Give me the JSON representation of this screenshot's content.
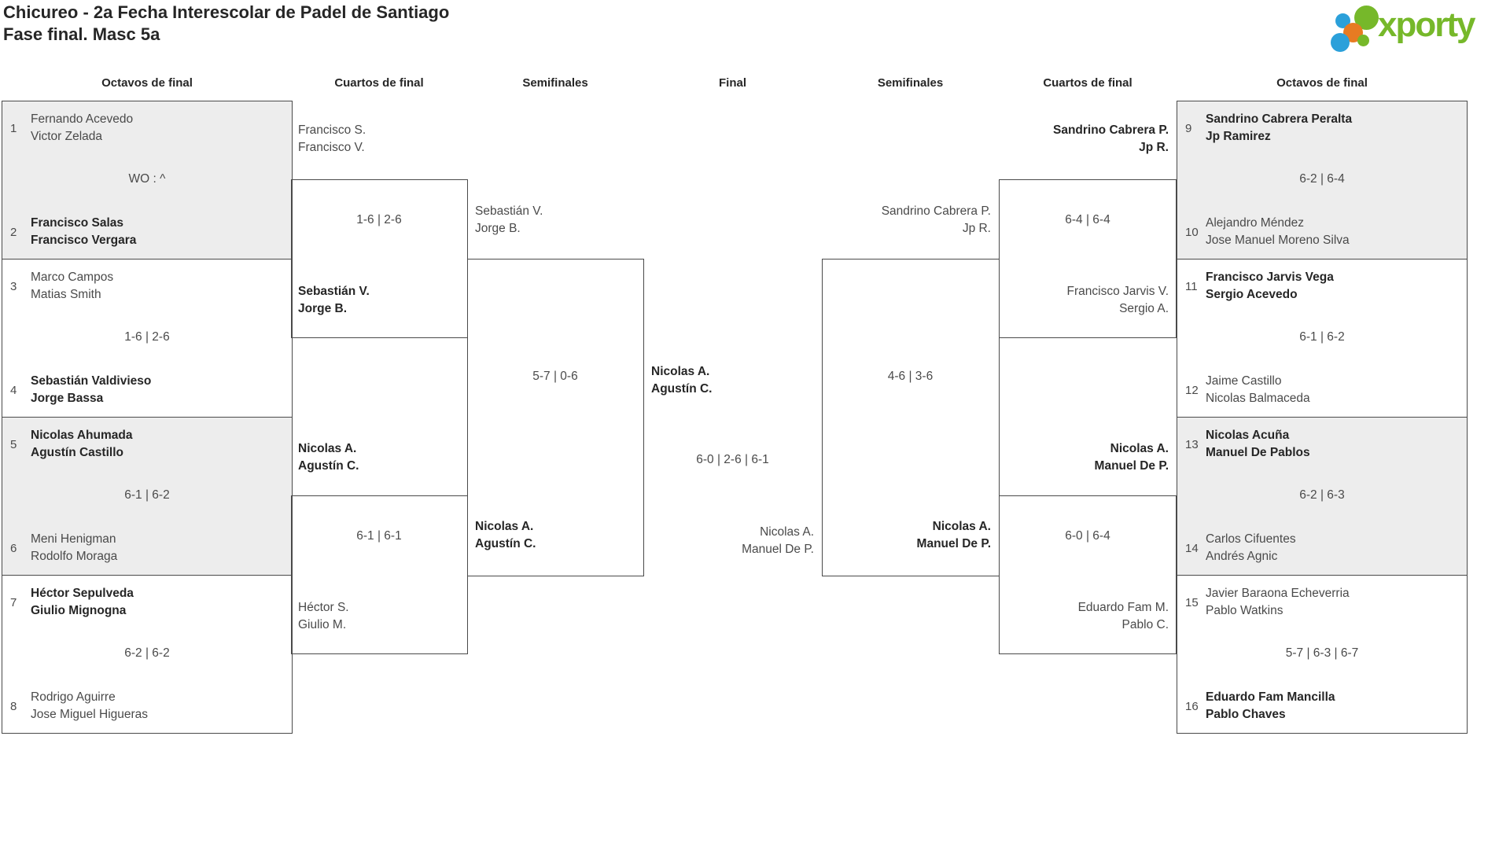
{
  "header": {
    "title": "Chicureo - 2a Fecha Interescolar de Padel de Santiago",
    "subtitle": "Fase final. Masc 5a",
    "logo_text": "xporty"
  },
  "colors": {
    "logo_green": "#76b82a",
    "dot_blue": "#2ba0da",
    "dot_orange": "#e77b22",
    "box_gray": "#ededed",
    "line": "#4a4a4a"
  },
  "columns": [
    "Octavos de final",
    "Cuartos de final",
    "Semifinales",
    "Final",
    "Semifinales",
    "Cuartos de final",
    "Octavos de final"
  ],
  "bracket": {
    "r16_left": [
      {
        "seed_top": "1",
        "top1": "Fernando Acevedo",
        "top2": "Victor Zelada",
        "score": "WO : ^",
        "seed_bot": "2",
        "bot1": "Francisco Salas",
        "bot2": "Francisco Vergara",
        "winner": "bottom"
      },
      {
        "seed_top": "3",
        "top1": "Marco Campos",
        "top2": "Matias Smith",
        "score": "1-6 | 2-6",
        "seed_bot": "4",
        "bot1": "Sebastián Valdivieso",
        "bot2": "Jorge Bassa",
        "winner": "bottom"
      },
      {
        "seed_top": "5",
        "top1": "Nicolas Ahumada",
        "top2": "Agustín Castillo",
        "score": "6-1 | 6-2",
        "seed_bot": "6",
        "bot1": "Meni Henigman",
        "bot2": "Rodolfo Moraga",
        "winner": "top"
      },
      {
        "seed_top": "7",
        "top1": "Héctor Sepulveda",
        "top2": "Giulio Mignogna",
        "score": "6-2 | 6-2",
        "seed_bot": "8",
        "bot1": "Rodrigo Aguirre",
        "bot2": "Jose Miguel Higueras",
        "winner": "top"
      }
    ],
    "r16_right": [
      {
        "seed_top": "9",
        "top1": "Sandrino Cabrera Peralta",
        "top2": "Jp Ramirez",
        "score": "6-2 | 6-4",
        "seed_bot": "10",
        "bot1": "Alejandro Méndez",
        "bot2": "Jose Manuel Moreno Silva",
        "winner": "top"
      },
      {
        "seed_top": "11",
        "top1": "Francisco Jarvis Vega",
        "top2": "Sergio Acevedo",
        "score": "6-1 | 6-2",
        "seed_bot": "12",
        "bot1": "Jaime Castillo",
        "bot2": "Nicolas Balmaceda",
        "winner": "top"
      },
      {
        "seed_top": "13",
        "top1": "Nicolas Acuña",
        "top2": "Manuel De Pablos",
        "score": "6-2 | 6-3",
        "seed_bot": "14",
        "bot1": "Carlos Cifuentes",
        "bot2": "Andrés Agnic",
        "winner": "top"
      },
      {
        "seed_top": "15",
        "top1": "Javier Baraona Echeverria",
        "top2": "Pablo Watkins",
        "score": "5-7 | 6-3 | 6-7",
        "seed_bot": "16",
        "bot1": "Eduardo Fam Mancilla",
        "bot2": "Pablo Chaves",
        "winner": "bottom"
      }
    ],
    "qf_left": [
      {
        "top1": "Francisco S.",
        "top2": "Francisco V.",
        "score": "1-6 | 2-6",
        "bot1": "Sebastián V.",
        "bot2": "Jorge B.",
        "winner": "bottom"
      },
      {
        "top1": "Nicolas A.",
        "top2": "Agustín C.",
        "score": "6-1 | 6-1",
        "bot1": "Héctor S.",
        "bot2": "Giulio M.",
        "winner": "top"
      }
    ],
    "qf_right": [
      {
        "top1": "Sandrino Cabrera P.",
        "top2": "Jp R.",
        "score": "6-4 | 6-4",
        "bot1": "Francisco Jarvis V.",
        "bot2": "Sergio A.",
        "winner": "top"
      },
      {
        "top1": "Nicolas A.",
        "top2": "Manuel De P.",
        "score": "6-0 | 6-4",
        "bot1": "Eduardo Fam M.",
        "bot2": "Pablo C.",
        "winner": "top"
      }
    ],
    "sf_left": {
      "top1": "Sebastián V.",
      "top2": "Jorge B.",
      "score": "5-7 | 0-6",
      "bot1": "Nicolas A.",
      "bot2": "Agustín C.",
      "winner": "bottom"
    },
    "sf_right": {
      "top1": "Sandrino Cabrera P.",
      "top2": "Jp R.",
      "score": "4-6 | 3-6",
      "bot1": "Nicolas A.",
      "bot2": "Manuel De P.",
      "winner": "bottom"
    },
    "final": {
      "top1": "Nicolas A.",
      "top2": "Agustín C.",
      "score": "6-0 | 2-6 | 6-1",
      "bot1": "Nicolas A.",
      "bot2": "Manuel De P.",
      "winner": "top"
    }
  }
}
